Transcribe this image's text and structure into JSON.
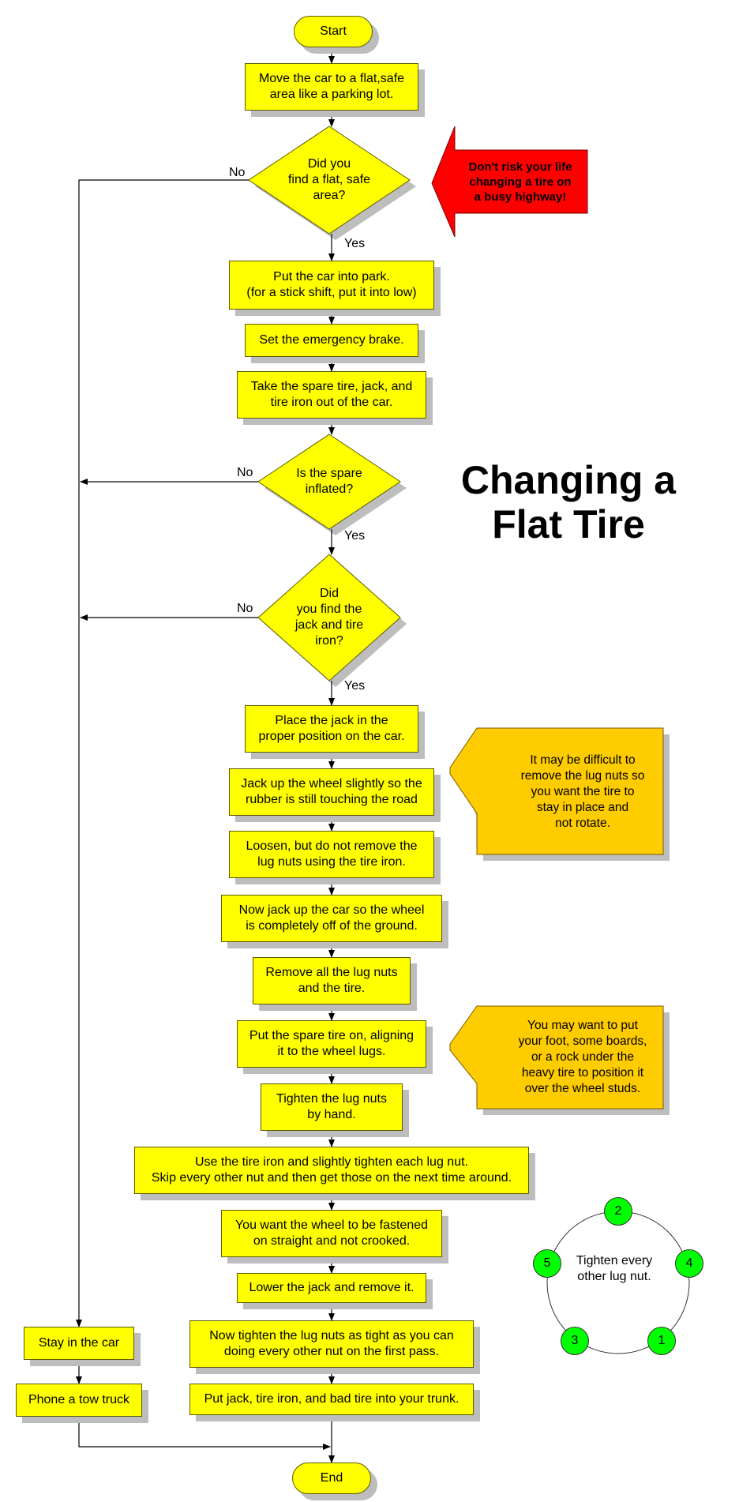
{
  "title": "Changing a\nFlat Tire",
  "labels": {
    "no": "No",
    "yes": "Yes"
  },
  "nodes": {
    "start": "Start",
    "move_car": "Move the car to a flat,safe\narea like a parking lot.",
    "q_flat_safe": "Did you\nfind a flat, safe\narea?",
    "park": "Put the car into  park.\n(for a stick shift, put it into low)",
    "brake": "Set the emergency brake.",
    "take_spare": "Take the spare tire, jack, and\ntire iron out of the car.",
    "q_spare_inflated": "Is the spare\ninflated?",
    "q_jack_iron": "Did\nyou find the\njack and tire\niron?",
    "place_jack": "Place the jack in the\nproper position on the car.",
    "jack_slightly": "Jack up the wheel slightly so the\nrubber is still touching the road",
    "loosen": "Loosen, but do not remove the\nlug nuts using the tire iron.",
    "jack_up": "Now jack up the car so the wheel\nis completely off of the ground.",
    "remove_nuts": "Remove all the lug nuts\nand the tire.",
    "spare_on": "Put the spare tire on, aligning\nit to the wheel lugs.",
    "tighten_hand": "Tighten the lug nuts\nby hand.",
    "tire_iron_slight": "Use the tire iron and slightly tighten each lug nut.\nSkip every other nut and then get those on the next time around.",
    "fastened_straight": "You want the wheel to be fastened\non straight and not crooked.",
    "lower_jack": "Lower the jack and remove it.",
    "tighten_tight": "Now tighten the lug nuts as tight as you can\ndoing every other nut on the first pass.",
    "put_trunk": "Put jack, tire iron, and bad tire into your trunk.",
    "stay_car": "Stay in the car",
    "phone_tow": "Phone a tow truck",
    "end": "End"
  },
  "notes": {
    "warning": "Don't risk your life\nchanging a tire on\na busy highway!",
    "lug_tip": "It may be difficult to\nremove the lug nuts so\nyou want the tire to\nstay in place and\nnot rotate.",
    "spare_tip": "You may want to put\nyour foot, some boards,\nor a rock under the\nheavy tire to position it\nover the wheel studs."
  },
  "lug_pattern": {
    "caption": "Tighten every\nother lug nut.",
    "nuts": [
      "2",
      "4",
      "1",
      "3",
      "5"
    ]
  },
  "colors": {
    "box": "#ffff00",
    "note": "#ffcc00",
    "warning": "#ff0000",
    "lug": "#00ff00"
  }
}
